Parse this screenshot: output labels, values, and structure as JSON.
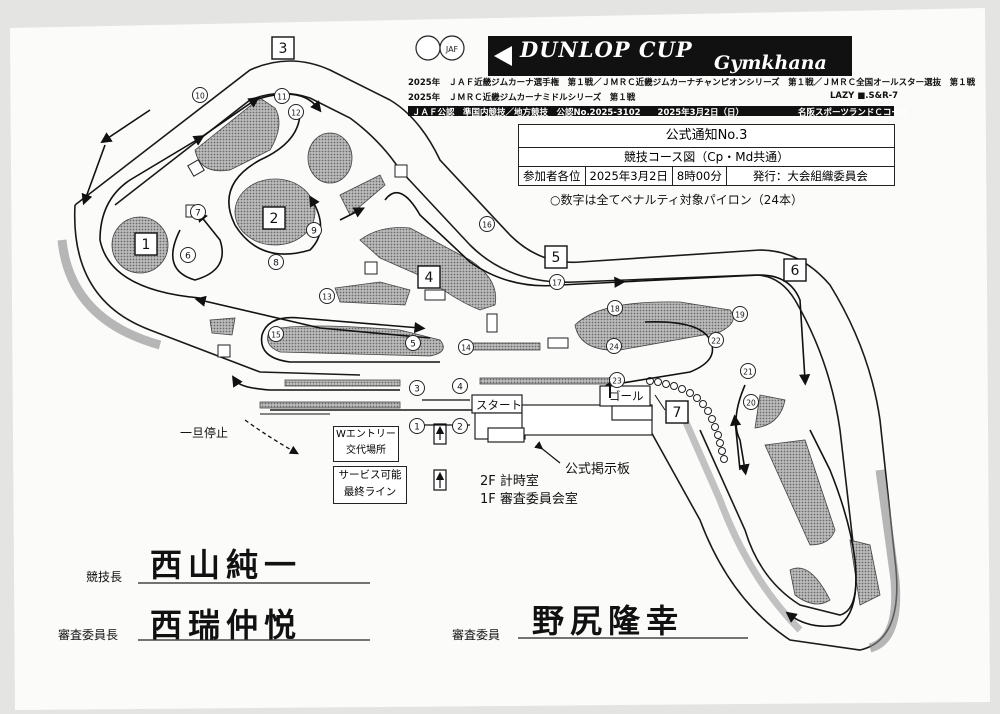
{
  "logo": {
    "brand": "DUNLOP CUP",
    "subtitle": "Gymkhana",
    "seal_text": "JAF"
  },
  "header_lines": [
    "2025年　ＪＡＦ近畿ジムカーナ選手権　第１戦／ＪＭＲＣ近畿ジムカーナチャンピオンシリーズ　第１戦／ＪＭＲＣ全国オールスター選抜　第１戦",
    "2025年　ＪＭＲＣ近畿ジムカーナミドルシリーズ　第１戦",
    "ＪＡＦ公認　準国内競技／地方競技　公認No.2025-3102　　2025年3月2日（日）"
  ],
  "header_right": {
    "code": "LAZY ■.S&R-7",
    "venue": "名阪スポーツランドＣコース"
  },
  "notice": {
    "title": "公式通知No.3",
    "subtitle": "競技コース図（Cp・Md共通）",
    "audience": "参加者各位",
    "date": "2025年3月2日",
    "time": "8時00分",
    "issuer": "発行：大会組織委員会",
    "note": "○数字は全てペナルティ対象パイロン（24本）"
  },
  "sections": [
    "1",
    "2",
    "3",
    "4",
    "5",
    "6",
    "7"
  ],
  "pylons": [
    "1",
    "2",
    "3",
    "4",
    "5",
    "6",
    "7",
    "8",
    "9",
    "10",
    "11",
    "12",
    "13",
    "14",
    "15",
    "16",
    "17",
    "18",
    "19",
    "20",
    "21",
    "22",
    "23",
    "24"
  ],
  "labels": {
    "start": "スタート",
    "goal": "ゴール",
    "stop": "一旦停止",
    "w_entry_1": "Wエントリー",
    "w_entry_2": "交代場所",
    "service_1": "サービス可能",
    "service_2": "最終ライン",
    "official_board": "公式掲示板",
    "timing": "2F 計時室",
    "stewards_room": "1F 審査委員会室"
  },
  "signatures": [
    {
      "role": "競技長",
      "name": "西山純一"
    },
    {
      "role": "審査委員長",
      "name": "西瑞仲悦"
    },
    {
      "role": "審査委員",
      "name": "野尻隆幸"
    }
  ]
}
